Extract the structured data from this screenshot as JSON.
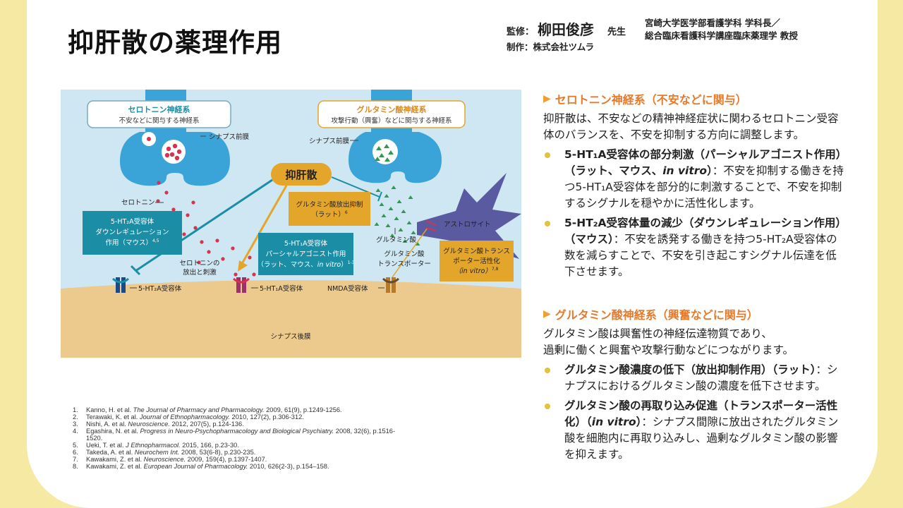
{
  "header": {
    "title": "抑肝散の薬理作用",
    "supervision_label": "監修：",
    "supervisor_name": "柳田俊彦",
    "supervisor_suffix": "先生",
    "affiliation_line1": "宮崎大学医学部看護学科 学科長／",
    "affiliation_line2": "総合臨床看護科学講座臨床薬理学 教授",
    "production": "制作：株式会社ツムラ"
  },
  "diagram": {
    "serotonin_box_title": "セロトニン神経系",
    "serotonin_box_sub": "不安などに関与する神経系",
    "glutamate_box_title": "グルタミン酸神経系",
    "glutamate_box_sub": "攻撃行動（興奮）などに関与する神経系",
    "presynaptic_1": "シナプス前膜",
    "presynaptic_2": "シナプス前膜",
    "drug": "抑肝散",
    "serotonin": "セロトニン",
    "glutamate_release_l1": "グルタミン酸放出抑制",
    "glutamate_release_l2": "（ラット）",
    "glutamate_release_ref": "6",
    "astrocyte": "アストロサイト",
    "ht2a_box_l1": "5-HT₂A受容体",
    "ht2a_box_l2": "ダウンレギュレーション",
    "ht2a_box_l3": "作用（マウス）",
    "ht2a_box_ref": "4,5",
    "ht1a_box_l1": "5-HT₁A受容体",
    "ht1a_box_l2": "パーシャルアゴニスト作用",
    "ht1a_box_l3a": "（ラット、マウス、",
    "ht1a_box_l3b": "in vitro",
    "ht1a_box_l3c": "）",
    "ht1a_box_ref": "1-3",
    "glutamate": "グルタミン酸",
    "transporter_l1": "グルタミン酸",
    "transporter_l2": "トランスポーター",
    "transporter_box_l1": "グルタミン酸トランス",
    "transporter_box_l2": "ポーター活性化",
    "transporter_box_l3": "（in vitro）",
    "transporter_box_ref": "7,8",
    "release_l1": "セロトニンの",
    "release_l2": "放出と刺激",
    "receptor_2a": "5-HT₂A受容体",
    "receptor_1a": "5-HT₁A受容体",
    "receptor_nmda": "NMDA受容体",
    "postsynaptic": "シナプス後膜"
  },
  "references": [
    {
      "n": "1.",
      "authors": "Kanno, H. et al. ",
      "journal": "The Journal of Pharmacy and Pharmacology.",
      "rest": " 2009, 61(9), p.1249-1256."
    },
    {
      "n": "2.",
      "authors": "Terawaki, K. et al. ",
      "journal": "Journal of Ethnopharmacology.",
      "rest": " 2010, 127(2), p.306-312."
    },
    {
      "n": "3.",
      "authors": "Nishi, A. et al. ",
      "journal": "Neuroscience.",
      "rest": " 2012, 207(5), p.124-136."
    },
    {
      "n": "4.",
      "authors": "Egashira, N. et al. ",
      "journal": "Progress in Neuro-Psychopharmacology and Biological Psychiatry.",
      "rest": " 2008, 32(6), p.1516-1520."
    },
    {
      "n": "5.",
      "authors": "Ueki, T. et al. ",
      "journal": "J Ethnopharmacol.",
      "rest": " 2015, 166, p.23-30."
    },
    {
      "n": "6.",
      "authors": "Takeda, A. et al. ",
      "journal": "Neurochem Int.",
      "rest": " 2008, 53(6-8), p.230-235."
    },
    {
      "n": "7.",
      "authors": "Kawakami, Z. et al. ",
      "journal": "Neuroscience.",
      "rest": " 2009, 159(4), p.1397-1407."
    },
    {
      "n": "8.",
      "authors": "Kawakami, Z. et al. ",
      "journal": "European Journal of Pharmacology.",
      "rest": " 2010, 626(2-3), p.154–158."
    }
  ],
  "section1": {
    "arrow": "▶",
    "heading": "セロトニン神経系（不安などに関与）",
    "intro": "抑肝散は、不安などの精神神経症状に関わるセロトニン受容体のバランスを、不安を抑制する方向に調整します。",
    "b1_head_a": "5-HT₁A受容体の部分刺激（パーシャルアゴニスト作用）",
    "b1_head_b": "（ラット、マウス、",
    "b1_head_c": "in vitro",
    "b1_head_d": "）",
    "b1_body": "：不安を抑制する働きを持つ5-HT₁A受容体を部分的に刺激することで、不安を抑制するシグナルを穏やかに活性化します。",
    "b2_head": "5-HT₂A受容体量の減少（ダウンレギュレーション作用）（マウス）",
    "b2_body": "：不安を誘発する働きを持つ5-HT₂A受容体の数を減らすことで、不安を引き起こすシグナル伝達を低下させます。"
  },
  "section2": {
    "arrow": "▶",
    "heading": "グルタミン酸神経系（興奮などに関与）",
    "intro_l1": "グルタミン酸は興奮性の神経伝達物質であり、",
    "intro_l2": "過剰に働くと興奮や攻撃行動などにつながります。",
    "b1_head": "グルタミン酸濃度の低下（放出抑制作用）（ラット）",
    "b1_body": "：シナプスにおけるグルタミン酸の濃度を低下させます。",
    "b2_head_a": "グルタミン酸の再取り込み促進（トランスポーター活性化）（",
    "b2_head_b": "in vitro",
    "b2_head_c": "）",
    "b2_body": "：シナプス間隙に放出されたグルタミン酸を細胞内に再取り込みし、過剰なグルタミン酸の影響を抑えます。"
  },
  "colors": {
    "background": "#f6e9a3",
    "accent_orange": "#e57a2b",
    "bullet_yellow": "#e3c23c",
    "neuron_blue": "#3aa4d8",
    "teal_box": "#1b8ea6",
    "gold_box": "#e4a52b",
    "astrocyte_purple": "#5a5aa0",
    "serotonin_red": "#d6334f",
    "glutamate_green": "#2f9a4f"
  }
}
